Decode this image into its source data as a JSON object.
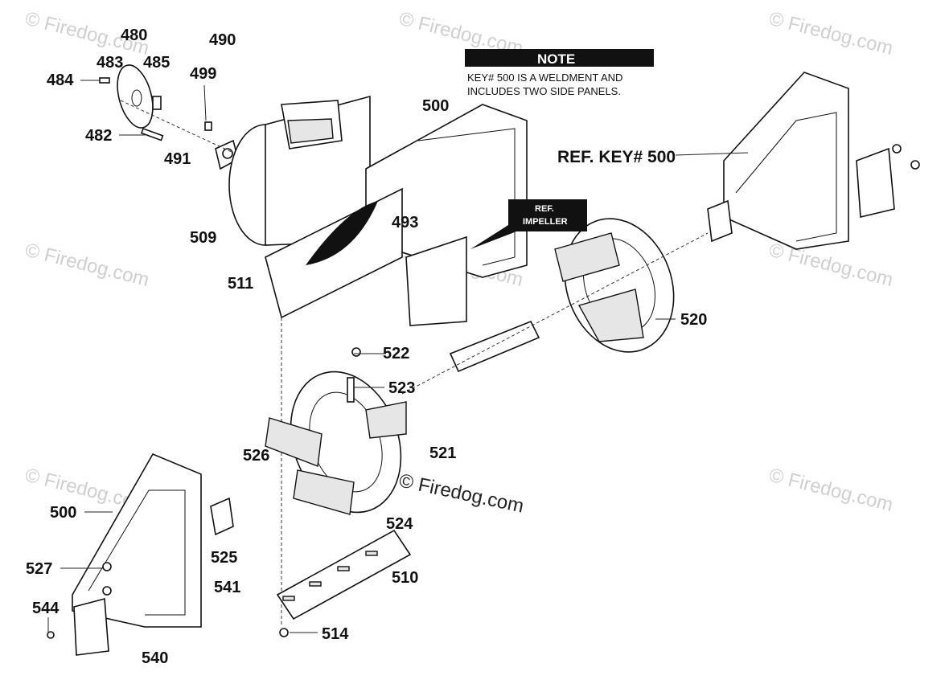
{
  "watermark": "© Firedog.com",
  "copyright": "© Firedog.com",
  "note": {
    "title": "NOTE",
    "line1": "KEY# 500 IS A WELDMENT AND",
    "line2": "INCLUDES TWO SIDE PANELS."
  },
  "ref_impeller": {
    "line1": "REF.",
    "line2": "IMPELLER"
  },
  "ref_key": "REF. KEY# 500",
  "labels": {
    "p480": "480",
    "p483": "483",
    "p485": "485",
    "p484": "484",
    "p490": "490",
    "p499": "499",
    "p482": "482",
    "p491": "491",
    "p500_top": "500",
    "p493": "493",
    "p509": "509",
    "p511": "511",
    "p520": "520",
    "p522": "522",
    "p523": "523",
    "p521": "521",
    "p526": "526",
    "p500_left": "500",
    "p525": "525",
    "p527": "527",
    "p541": "541",
    "p524": "524",
    "p510": "510",
    "p544": "544",
    "p514": "514",
    "p540": "540"
  }
}
